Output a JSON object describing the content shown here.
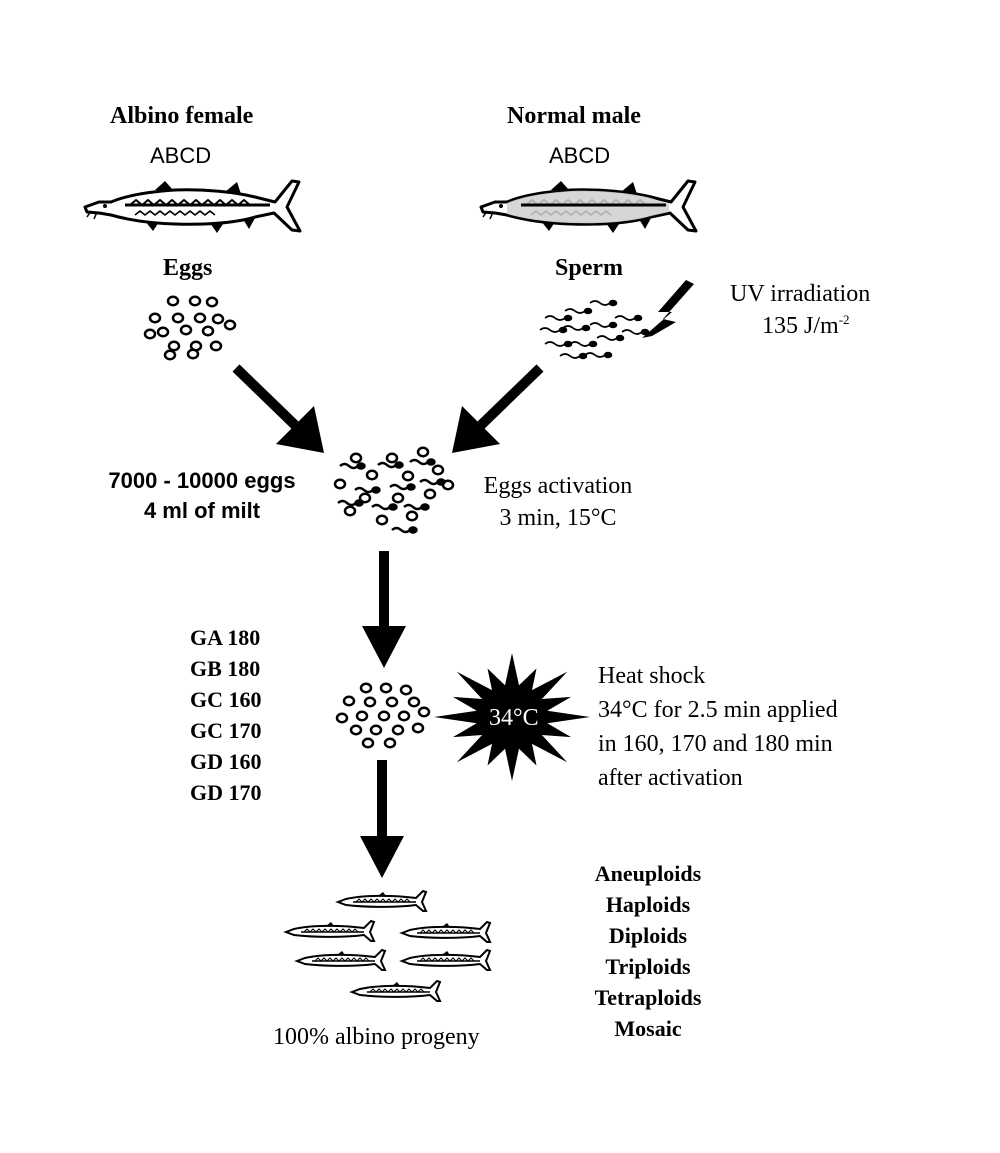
{
  "female": {
    "title": "Albino female",
    "genotype": "ABCD",
    "gamete": "Eggs"
  },
  "male": {
    "title": "Normal male",
    "genotype": "ABCD",
    "gamete": "Sperm"
  },
  "uv": {
    "line1": "UV irradiation",
    "dose": "135 J/m",
    "dose_sup": "-2"
  },
  "mix": {
    "line1": "7000 - 10000 eggs",
    "line2": "4 ml of milt"
  },
  "activation": {
    "line1": "Eggs activation",
    "line2": "3 min, 15°C"
  },
  "groups": [
    "GA 180",
    "GB 180",
    "GC 160",
    "GC 170",
    "GD 160",
    "GD 170"
  ],
  "shock_badge": "34°C",
  "heat_shock": [
    "Heat shock",
    "34°C for 2.5 min applied",
    "in 160, 170 and 180 min",
    "after activation"
  ],
  "ploidy": [
    "Aneuploids",
    "Haploids",
    "Diploids",
    "Triploids",
    "Tetraploids",
    "Mosaic"
  ],
  "progeny": "100% albino progeny",
  "colors": {
    "ink": "#000000",
    "background": "#ffffff",
    "male_body": "#d8d8d8",
    "female_body": "#ffffff"
  }
}
